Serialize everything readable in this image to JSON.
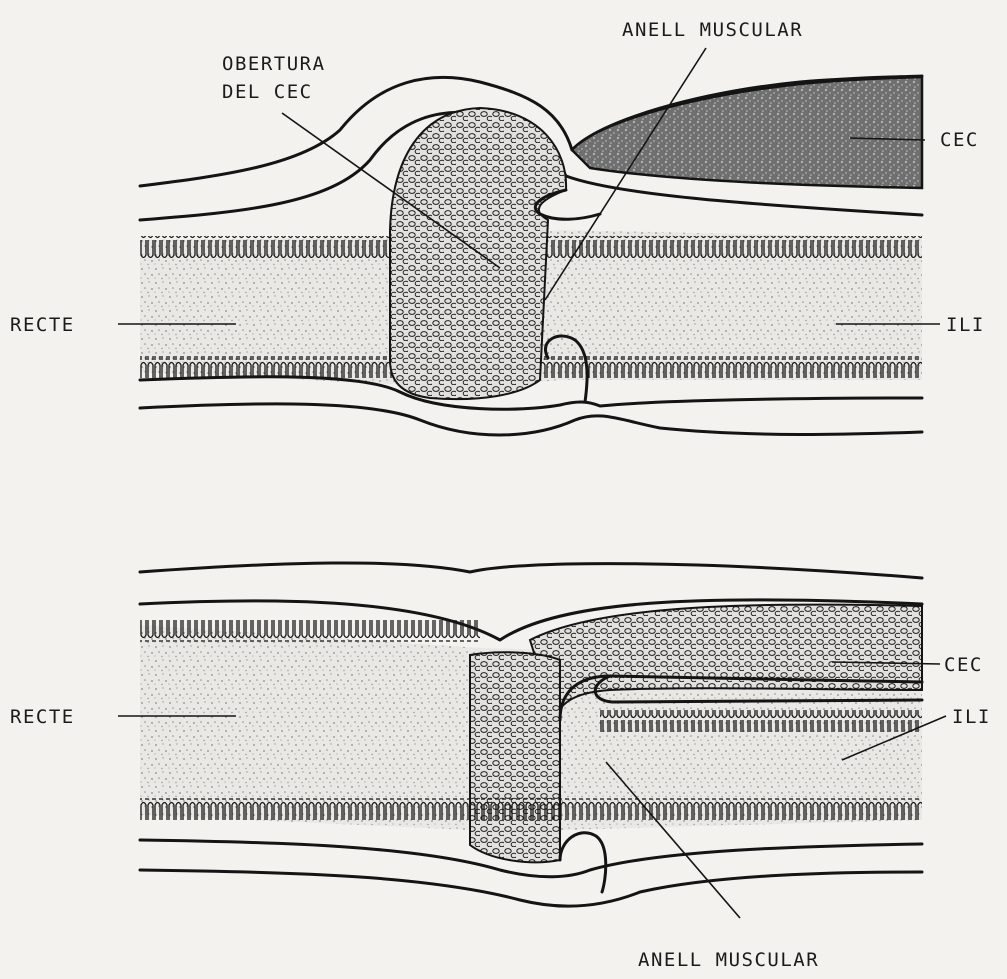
{
  "figure_top": {
    "labels": {
      "opening_line1": "OBERTURA",
      "opening_line2": "DEL CEC",
      "muscular_ring": "ANELL MUSCULAR",
      "caecum": "CEC",
      "rectum": "RECTE",
      "ileum": "ILI"
    }
  },
  "figure_bottom": {
    "labels": {
      "caecum": "CEC",
      "rectum": "RECTE",
      "ileum": "ILI",
      "muscular_ring": "ANELL MUSCULAR"
    }
  },
  "colors": {
    "ink": "#141414",
    "paper": "#f3f2ef",
    "lumen_stipple": "#9a9a9a",
    "caecum_fill": "#8e8e8e"
  }
}
